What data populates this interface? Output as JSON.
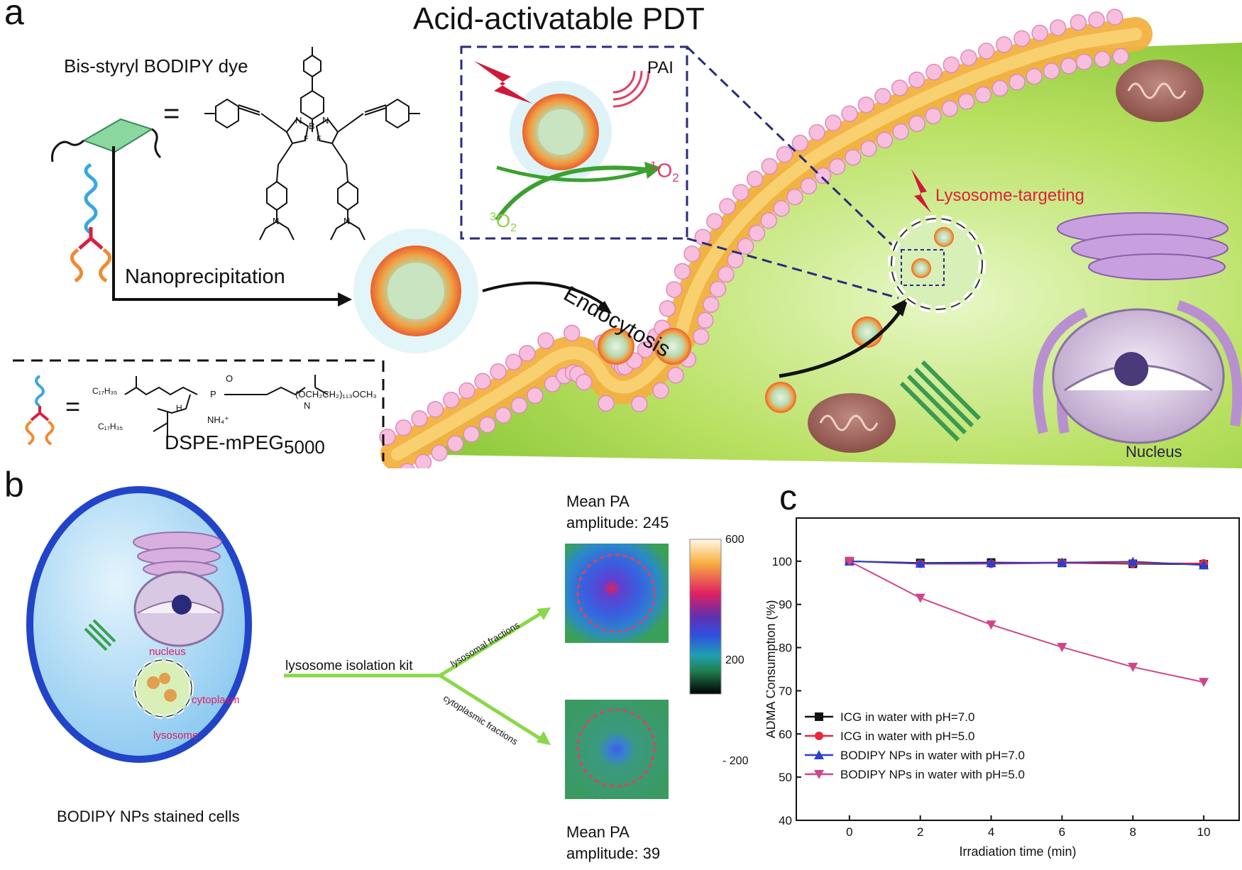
{
  "panel_a": {
    "letter": "a",
    "title": "Acid-activatable PDT",
    "dye_label": "Bis-styryl BODIPY dye",
    "equals": "=",
    "nanoprecipitation": "Nanoprecipitation",
    "endocytosis": "Endocytosis",
    "pai": "PAI",
    "singlet_o2_main": "O",
    "singlet_o2_sup": "1",
    "singlet_o2_sub": "2",
    "triplet_o2_main": "O",
    "triplet_o2_sup": "3",
    "triplet_o2_sub": "2",
    "lysosome_targeting": "Lysosome-targeting",
    "nucleus": "Nucleus",
    "lipid_formula_parts": [
      "C₁₇H₃₅",
      "C₁₇H₃₅",
      "O",
      "P",
      "NH₄⁺",
      "H",
      "N",
      "(OCH₂CH₂)₁₁₃OCH₃"
    ],
    "dspe_label_main": "DSPE-mPEG",
    "dspe_label_sub": "5000",
    "dye_atoms": [
      "N",
      "B",
      "N",
      "F",
      "F",
      "N",
      "N"
    ],
    "colors": {
      "membrane": "#f0a830",
      "bead": "#f7b8d8",
      "cell_bg": "#a8d84a",
      "organelle": "#b890d0",
      "accent_red": "#e0203a",
      "box_dash": "#2a2a80"
    }
  },
  "panel_b": {
    "letter": "b",
    "cell_caption": "BODIPY NPs stained cells",
    "nucleus": "nucleus",
    "cytoplasm": "cytoplasm",
    "lysosome": "lysosome",
    "kit": "lysosome isolation kit",
    "branch_top": "lysosomal fractions",
    "branch_bottom": "cytoplasmic fractions",
    "top_amp_line1": "Mean PA",
    "top_amp_line2": "amplitude: 245",
    "bottom_amp_line1": "Mean PA",
    "bottom_amp_line2": "amplitude: 39",
    "colorbar_ticks": [
      "600",
      "200",
      "- 200"
    ]
  },
  "panel_c": {
    "letter": "c"
  },
  "chart_data": {
    "type": "line",
    "title": "",
    "xlabel": "Irradiation time (min)",
    "ylabel": "ADMA Consumption (%)",
    "xlim": [
      -1.5,
      11
    ],
    "ylim": [
      40,
      110
    ],
    "xticks": [
      0,
      2,
      4,
      6,
      8,
      10
    ],
    "yticks": [
      40,
      50,
      60,
      70,
      80,
      90,
      100
    ],
    "x": [
      0,
      2,
      4,
      6,
      8,
      10
    ],
    "legend_position": "bottom-left",
    "series": [
      {
        "name": "ICG in water with pH=7.0",
        "color": "#111111",
        "marker": "square",
        "values": [
          100,
          99.6,
          99.7,
          99.6,
          99.4,
          99.3
        ]
      },
      {
        "name": "ICG in water with pH=5.0",
        "color": "#e8283a",
        "marker": "circle",
        "values": [
          100,
          99.4,
          99.4,
          99.6,
          99.5,
          99.5
        ]
      },
      {
        "name": "BODIPY NPs in water with pH=7.0",
        "color": "#2a3fd0",
        "marker": "triangle-up",
        "values": [
          100,
          99.5,
          99.6,
          99.7,
          99.9,
          99.1
        ]
      },
      {
        "name": "BODIPY NPs in water with pH=5.0",
        "color": "#d0458a",
        "marker": "triangle-down",
        "values": [
          100,
          91.5,
          85.3,
          80.1,
          75.5,
          72.0
        ]
      }
    ]
  }
}
